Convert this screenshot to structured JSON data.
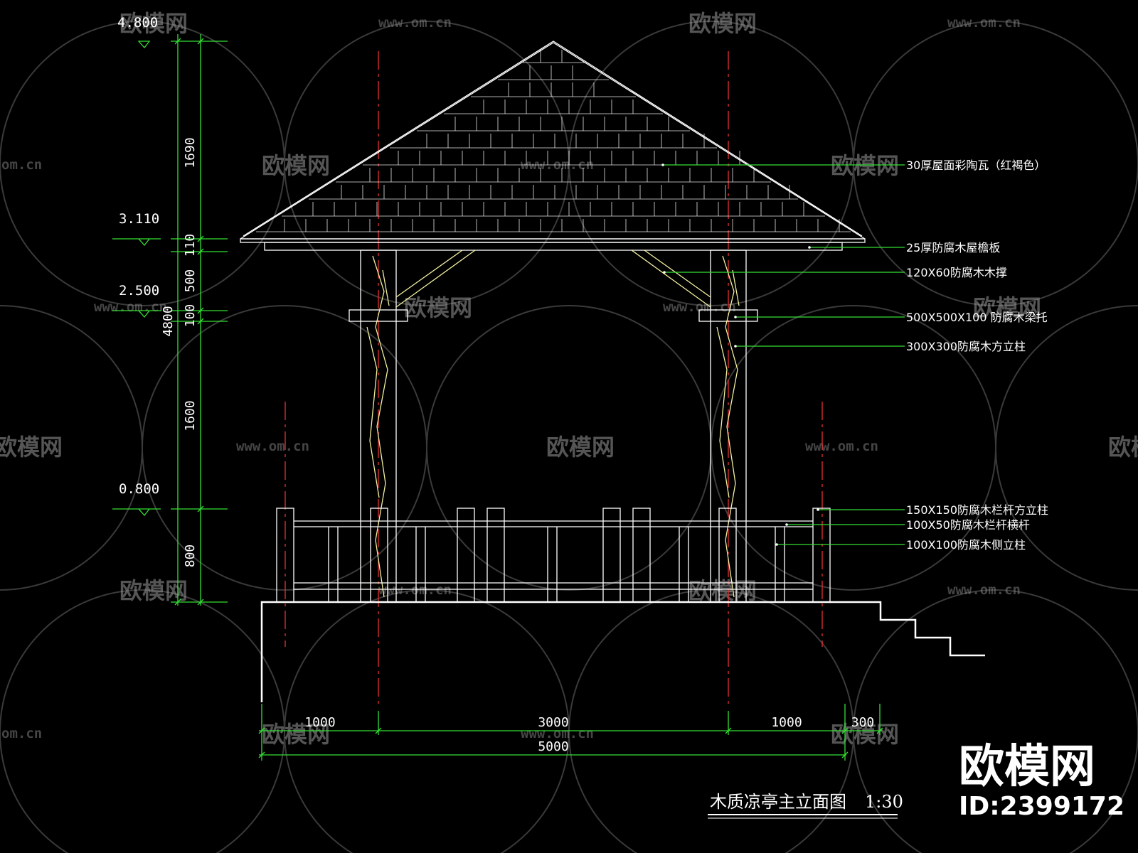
{
  "drawing": {
    "title": "木质凉亭主立面图",
    "scale": "1:30"
  },
  "levels": [
    "4.800",
    "3.110",
    "2.500",
    "0.800"
  ],
  "vertical_dims": [
    "1690",
    "110",
    "500",
    "100",
    "1600",
    "800"
  ],
  "vertical_total": "4800",
  "horizontal_dims": [
    "1000",
    "3000",
    "1000",
    "300"
  ],
  "horizontal_total": "5000",
  "annotations": [
    "30厚屋面彩陶瓦（红褐色）",
    "25厚防腐木屋檐板",
    "120X60防腐木木撑",
    "500X500X100 防腐木梁托",
    "300X300防腐木方立柱",
    "150X150防腐木栏杆方立柱",
    "100X50防腐木栏杆横杆",
    "100X100防腐木侧立柱"
  ],
  "watermark": {
    "brand": "欧模网",
    "url": "www.om.cn",
    "url_short": "om.cn",
    "id": "ID:2399172"
  },
  "colors": {
    "background": "#000000",
    "dimension": "#34e034",
    "outline": "#ffffff",
    "detail": "#f2f0a0",
    "centerline": "#e83030"
  }
}
